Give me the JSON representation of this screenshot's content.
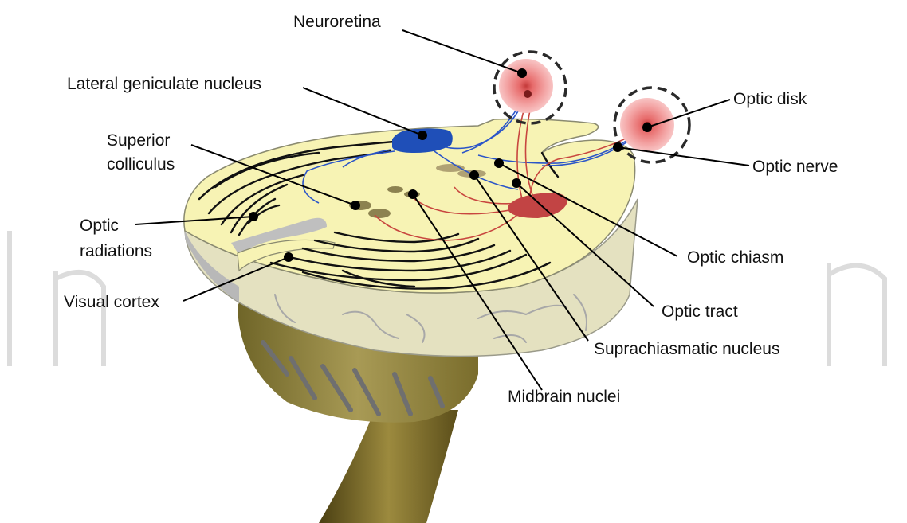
{
  "labels": {
    "neuroretina": "Neuroretina",
    "lgn": "Lateral geniculate nucleus",
    "superior_colliculus_1": "Superior",
    "superior_colliculus_2": "colliculus",
    "optic_radiations_1": "Optic",
    "optic_radiations_2": "radiations",
    "visual_cortex": "Visual cortex",
    "optic_disk": "Optic disk",
    "optic_nerve": "Optic nerve",
    "optic_chiasm": "Optic chiasm",
    "optic_tract": "Optic tract",
    "suprachiasmatic_nucleus": "Suprachiasmatic nucleus",
    "midbrain_nuclei": "Midbrain nuclei"
  },
  "colors": {
    "cut_surface": "#f7f3b4",
    "lower_brain": "#e4e1c0",
    "cerebellum": "#8a7f3e",
    "brainstem": "#7d6c2a",
    "lgn": "#1f4fb8",
    "chiasm": "#c24444",
    "retina": "#f08a8a",
    "watermark": "#d9d9d9"
  }
}
